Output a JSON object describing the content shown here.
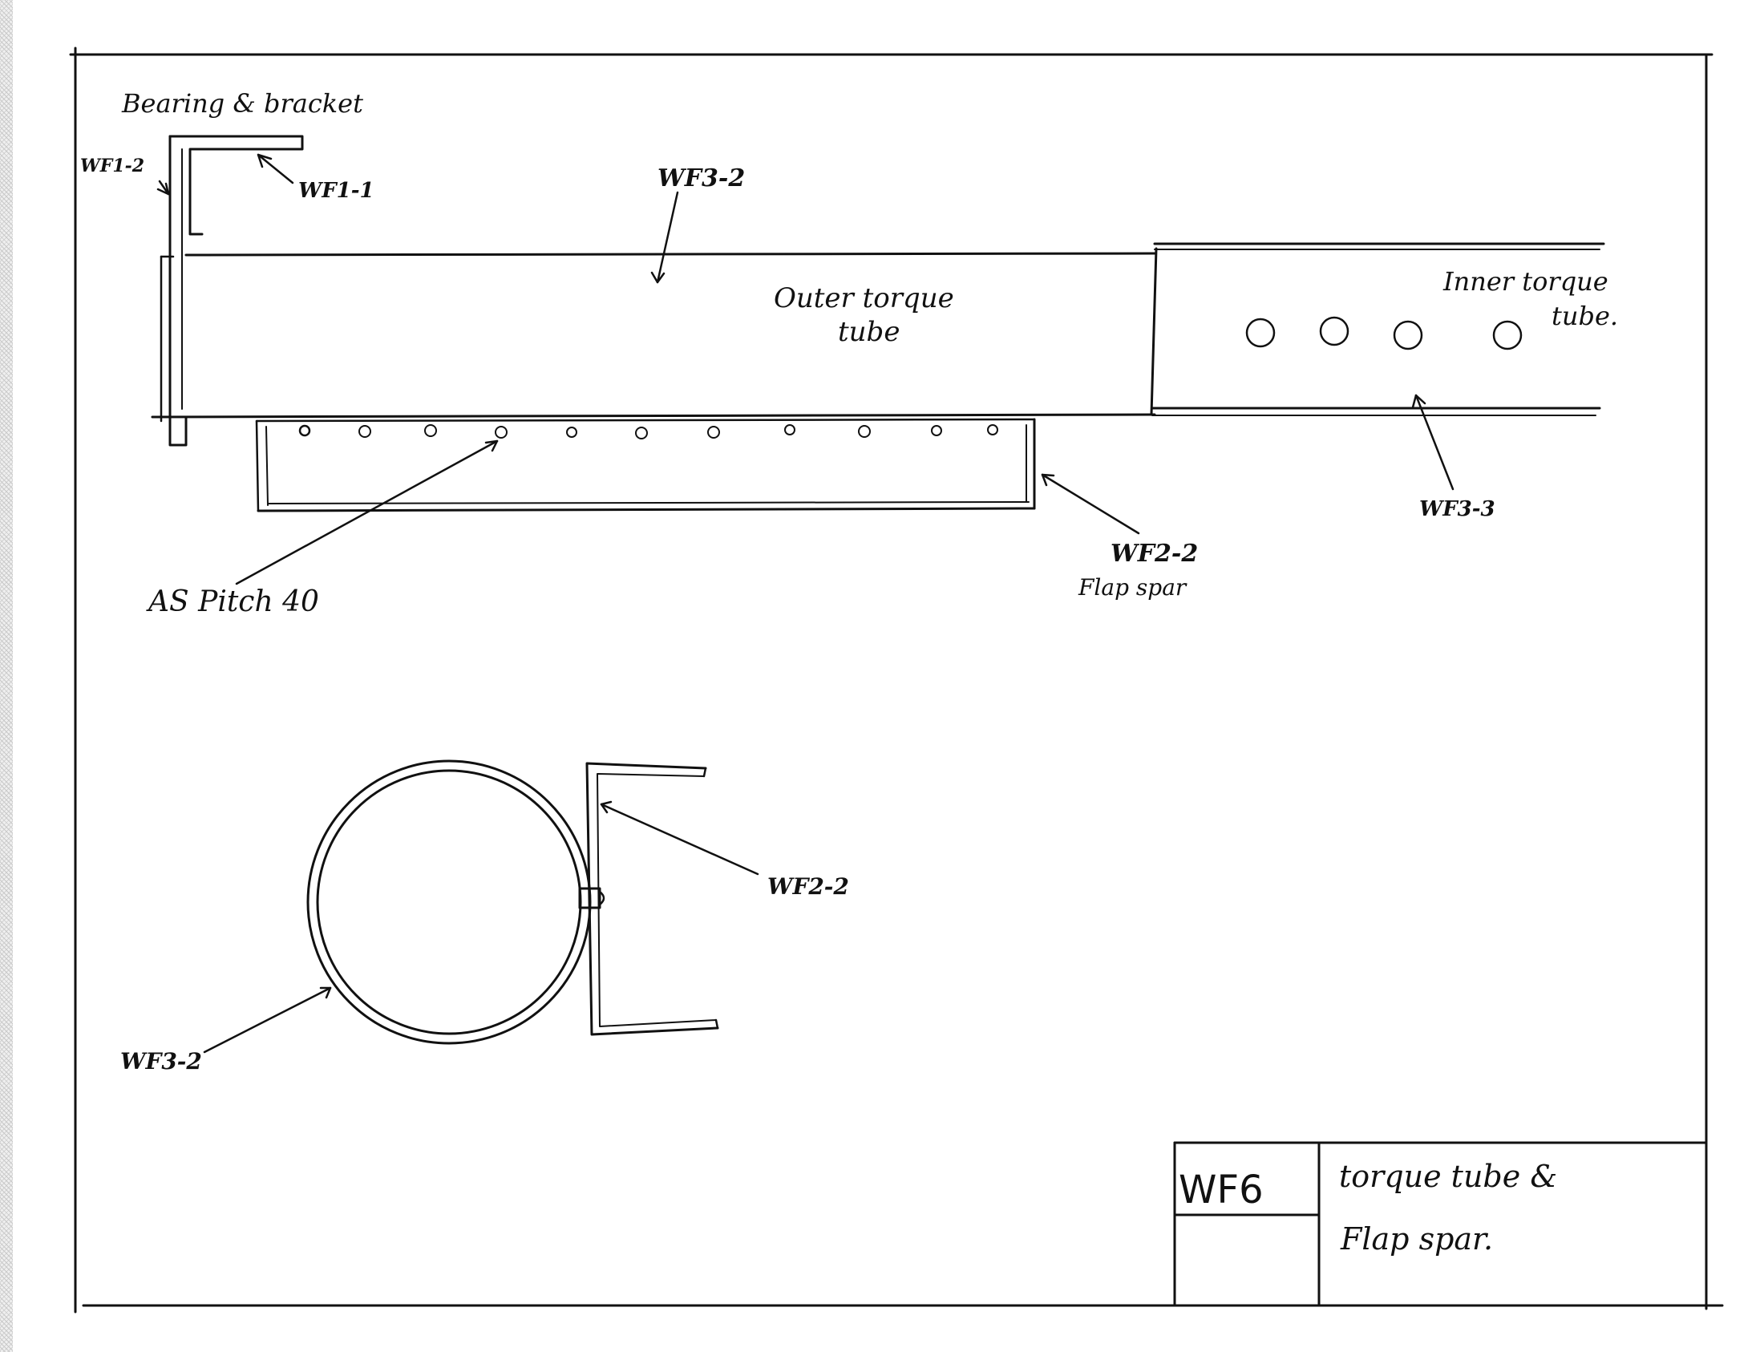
{
  "drawing": {
    "top_view": {
      "bearing_label": "Bearing & bracket",
      "wf1_2": "WF1-2",
      "wf1_1": "WF1-1",
      "wf3_2": "WF3-2",
      "outer_tube_line1": "Outer torque",
      "outer_tube_line2": "tube",
      "inner_tube_line1": "Inner torque",
      "inner_tube_line2": "tube.",
      "wf3_3": "WF3-3",
      "wf2_2": "WF2-2",
      "flap_spar": "Flap spar",
      "rivet_note": "AS Pitch 40"
    },
    "section_view": {
      "wf2_2": "WF2-2",
      "wf3_2": "WF3-2"
    },
    "title_block": {
      "number": "WF6",
      "title_line1": "torque tube &",
      "title_line2": "Flap spar."
    }
  }
}
